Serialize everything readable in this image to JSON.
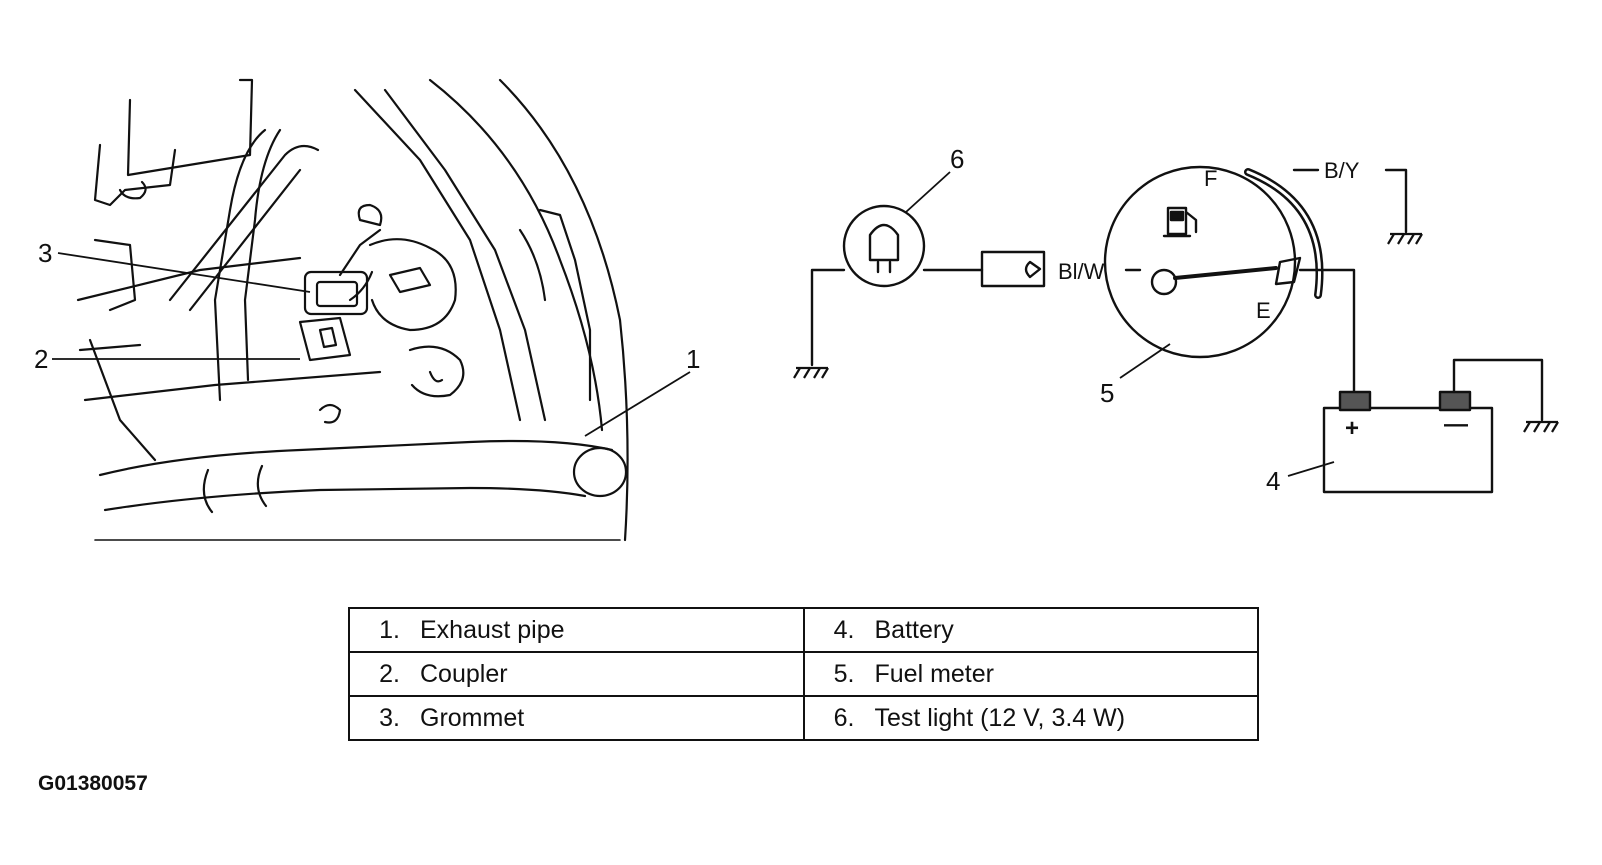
{
  "callouts": {
    "c1": "1",
    "c2": "2",
    "c3": "3",
    "c4": "4",
    "c5": "5",
    "c6": "6"
  },
  "wires": {
    "bl_w": "Bl/W",
    "b_y": "B/Y"
  },
  "gauge": {
    "full": "F",
    "empty": "E"
  },
  "battery": {
    "positive": "+",
    "negative": "—"
  },
  "legend": {
    "rows": [
      {
        "left_num": "1.",
        "left_text": "Exhaust pipe",
        "right_num": "4.",
        "right_text": "Battery"
      },
      {
        "left_num": "2.",
        "left_text": "Coupler",
        "right_num": "5.",
        "right_text": "Fuel meter"
      },
      {
        "left_num": "3.",
        "left_text": "Grommet",
        "right_num": "6.",
        "right_text": "Test light (12 V, 3.4 W)"
      }
    ]
  },
  "figure_id": "G01380057"
}
